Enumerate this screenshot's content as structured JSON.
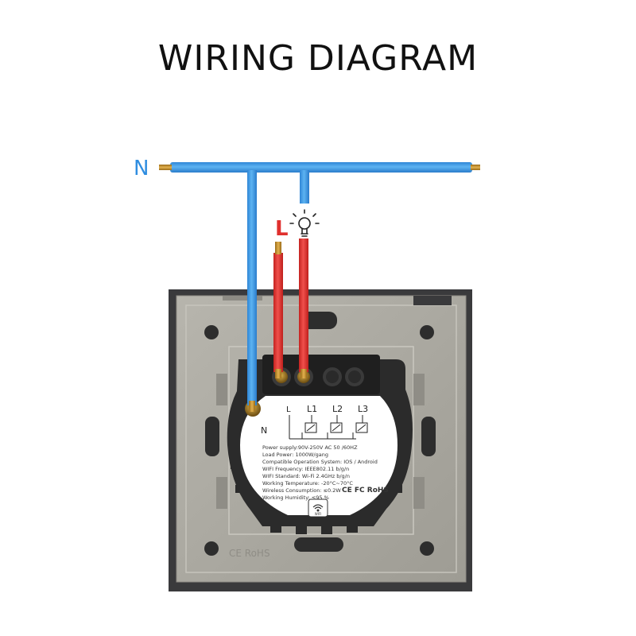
{
  "title": "WIRING DIAGRAM",
  "labels": {
    "neutral": "N",
    "live": "L",
    "module_n": "N",
    "module_l": "L",
    "module_l1": "L1",
    "module_l2": "L2",
    "module_l3": "L3"
  },
  "spec_lines": [
    "Power supply:90V-250V AC  50 /60HZ",
    "Load Power: 1000W/gang",
    "Compatible Operation System: IOS / Android",
    "WIFI Frequency: IEEE802.11 b/g/n",
    "WIFI Standard: Wi-Fi 2.4GHz b/g/n",
    "Working Temperature: -20°C~70°C",
    "Wireless Consumption: ≤0.2W",
    "Working Humidity: ≤95 %"
  ],
  "marks": {
    "certification": "CE FC RoHS",
    "wifi_badge": "WIFI"
  },
  "colors": {
    "neutral_wire": "#3d9be6",
    "live_wire": "#e0312f",
    "label_neutral": "#2f8de0",
    "label_live": "#e0302d",
    "plate": "#3a3a3c",
    "frame": "#aeaca4",
    "module": "#2b2b2b"
  },
  "icons": [
    "light-bulb-icon",
    "wifi-icon"
  ]
}
